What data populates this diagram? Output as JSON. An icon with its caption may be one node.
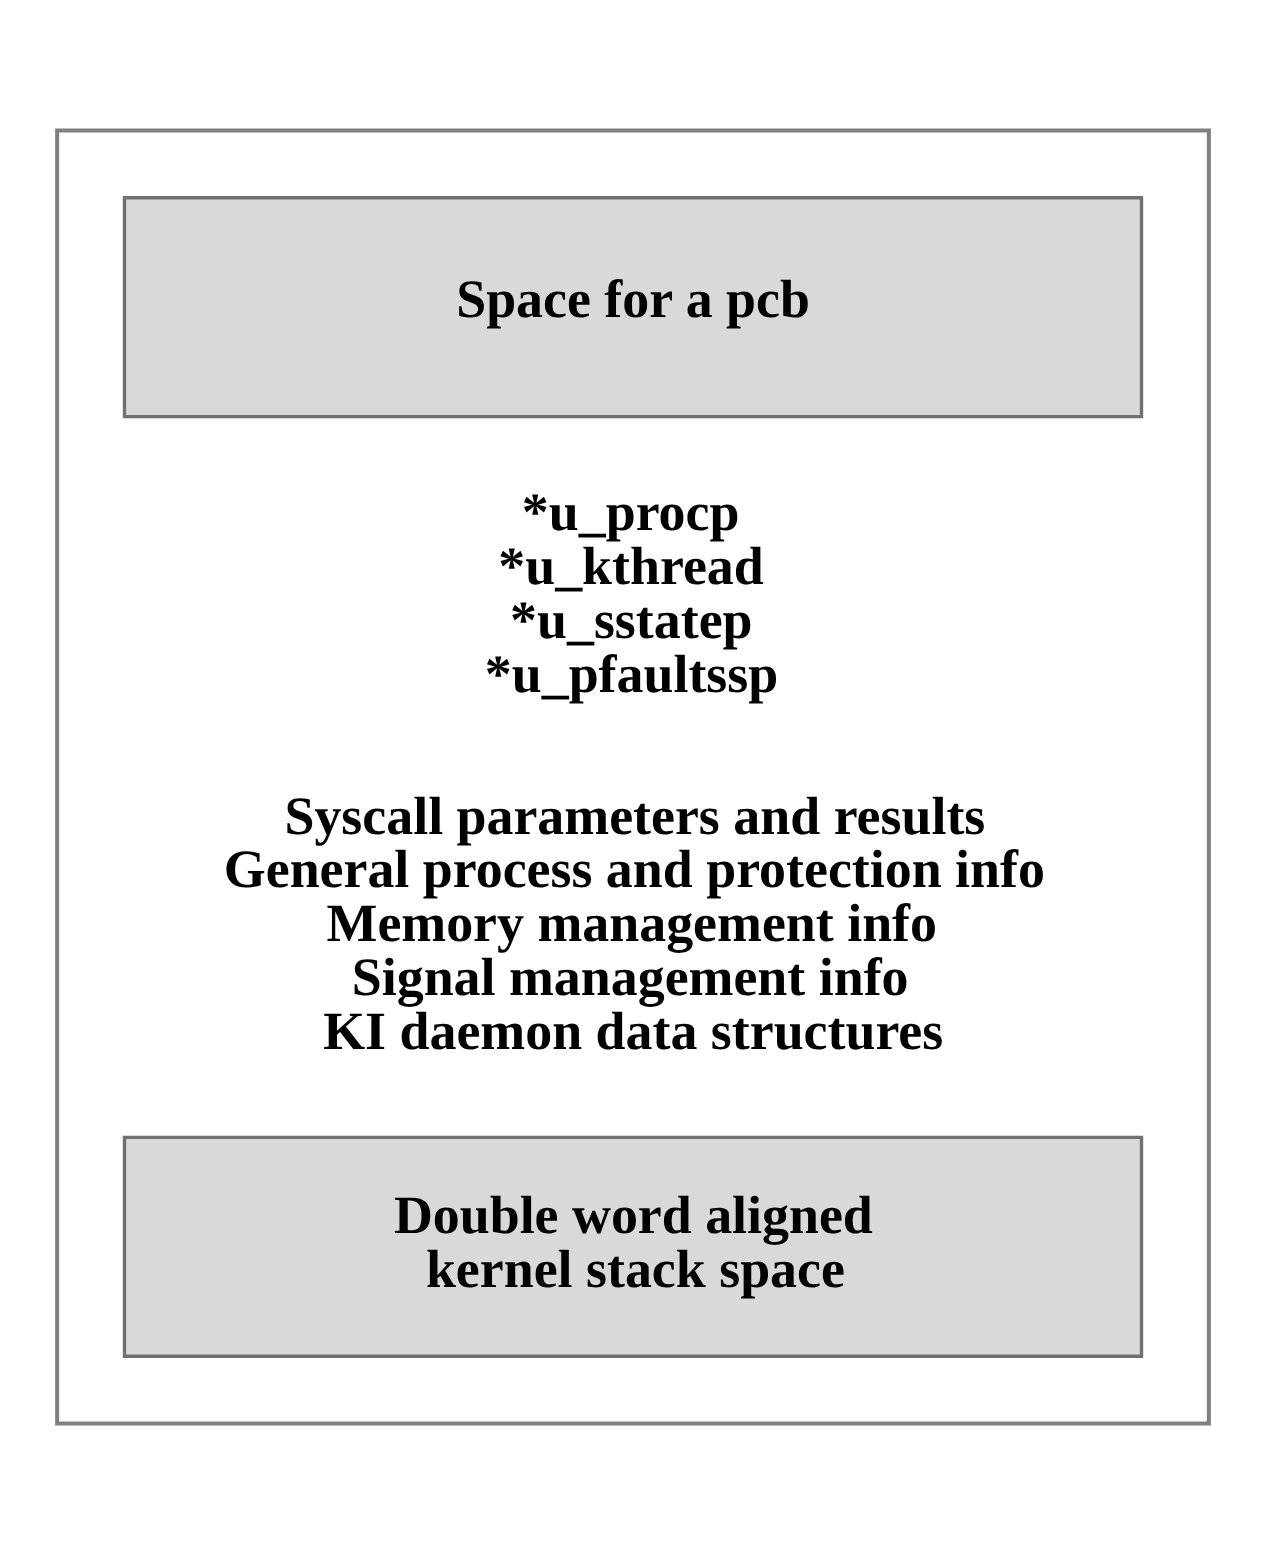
{
  "diagram": {
    "nodes": [
      {
        "text": [],
        "shape": "box"
      },
      {
        "text": [
          "Space for a pcb"
        ],
        "in": 0
      },
      {
        "text": [
          "Double word aligned kernel stack space"
        ],
        "in": 0
      }
    ],
    "labels": [
      "*u_procp",
      "*u_kthread",
      "*u_sstatep",
      "*u_pfaultssp",
      "Syscall parameters and results",
      "General process and protection info",
      "Memory management info",
      "Signal management info",
      "KI daemon data structures"
    ]
  }
}
